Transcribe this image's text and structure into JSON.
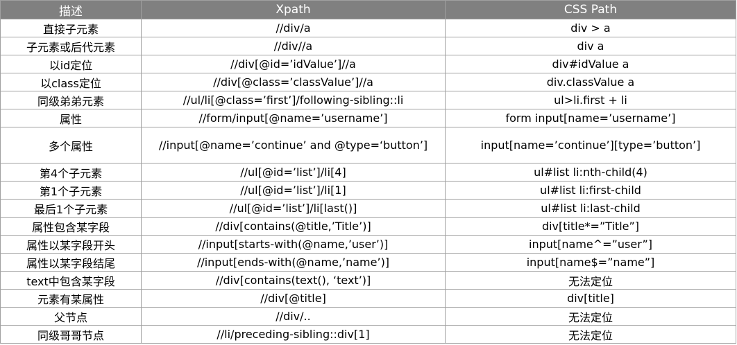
{
  "headers": [
    "描述",
    "Xpath",
    "CSS Path"
  ],
  "rows": [
    {
      "desc": "直接子元素",
      "xpath": "//div/a",
      "css": "div > a"
    },
    {
      "desc": "子元素或后代元素",
      "xpath": "//div//a",
      "css": "div a"
    },
    {
      "desc": "以id定位",
      "xpath": "//div[@id=’idValue’]//a",
      "css": "div#idValue a"
    },
    {
      "desc": "以class定位",
      "xpath": "//div[@class=’classValue’]//a",
      "css": "div.classValue a"
    },
    {
      "desc": "同级弟弟元素",
      "xpath": "//ul/li[@class=’first’]/following-sibling::li",
      "css": "ul>li.first + li"
    },
    {
      "desc": "属性",
      "xpath": "//form/input[@name=’username’]",
      "css": "form input[name=’username’]"
    },
    {
      "desc": "多个属性",
      "xpath": "//input[@name=’continue’ and @type=‘button’]",
      "css": "input[name=’continue’][type=’button’]"
    },
    {
      "desc": "第4个子元素",
      "xpath": "//ul[@id=’list’]/li[4]",
      "css": "ul#list li:nth-child(4)"
    },
    {
      "desc": "第1个子元素",
      "xpath": "//ul[@id=’list’]/li[1]",
      "css": "ul#list li:first-child"
    },
    {
      "desc": "最后1个子元素",
      "xpath": "//ul[@id=’list’]/li[last()]",
      "css": "ul#list li:last-child"
    },
    {
      "desc": "属性包含某字段",
      "xpath": "//div[contains(@title,’Title’)]",
      "css": "div[title*=”Title”]"
    },
    {
      "desc": "属性以某字段开头",
      "xpath": "//input[starts-with(@name,’user’)]",
      "css": "input[name^=”user”]"
    },
    {
      "desc": "属性以某字段结尾",
      "xpath": "//input[ends-with(@name,’name’)]",
      "css": "input[name$=”name”]"
    },
    {
      "desc": "text中包含某字段",
      "xpath": "//div[contains(text(), ‘text’)]",
      "css": "无法定位"
    },
    {
      "desc": "元素有某属性",
      "xpath": "//div[@title]",
      "css": "div[title]"
    },
    {
      "desc": "父节点",
      "xpath": "//div/..",
      "css": "无法定位"
    },
    {
      "desc": "同级哥哥节点",
      "xpath": "//li/preceding-sibling::div[1]",
      "css": "无法定位"
    }
  ]
}
